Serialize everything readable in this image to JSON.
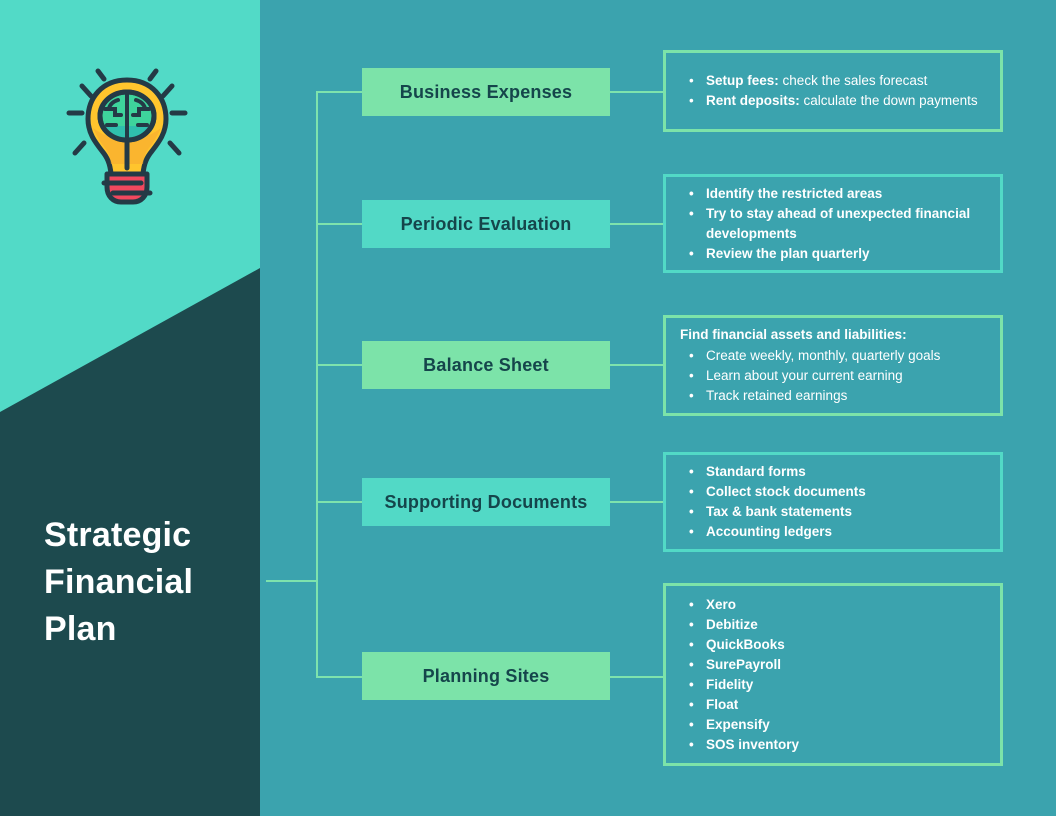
{
  "sidebar": {
    "title": "Strategic Financial Plan",
    "icon": "brain-lightbulb"
  },
  "theme": {
    "background": "#3BA3AE",
    "sidebar_dark": "#1D4A4E",
    "sidebar_light": "#52DAC7",
    "mint": "#7CE3A9",
    "turquoise": "#52D9C6",
    "connector": "#7EE3AD",
    "node_text": "#15454B",
    "detail_text": "#FFFFFF",
    "icon_bulb": "#FFC52D",
    "icon_base": "#F2485E",
    "icon_brain": "#3ED49C",
    "icon_outline": "#243A46"
  },
  "nodes": [
    {
      "label": "Business Expenses",
      "color": "mint"
    },
    {
      "label": "Periodic Evaluation",
      "color": "turquoise"
    },
    {
      "label": "Balance Sheet",
      "color": "mint"
    },
    {
      "label": "Supporting Documents",
      "color": "turquoise"
    },
    {
      "label": "Planning Sites",
      "color": "mint"
    }
  ],
  "details": [
    {
      "items": [
        {
          "lead": "Setup fees:",
          "text": "check the sales forecast"
        },
        {
          "lead": "Rent deposits:",
          "text": "calculate the down payments"
        }
      ]
    },
    {
      "items": [
        "Identify the restricted areas",
        "Try to stay ahead of unexpected financial developments",
        "Review the plan quarterly"
      ]
    },
    {
      "heading": "Find financial assets and liabilities:",
      "items": [
        "Create weekly, monthly, quarterly goals",
        "Learn about your current earning",
        "Track retained earnings"
      ]
    },
    {
      "items": [
        "Standard forms",
        "Collect stock documents",
        "Tax & bank statements",
        "Accounting ledgers"
      ]
    },
    {
      "items": [
        "Xero",
        "Debitize",
        "QuickBooks",
        "SurePayroll",
        "Fidelity",
        "Float",
        "Expensify",
        "SOS inventory"
      ]
    }
  ]
}
